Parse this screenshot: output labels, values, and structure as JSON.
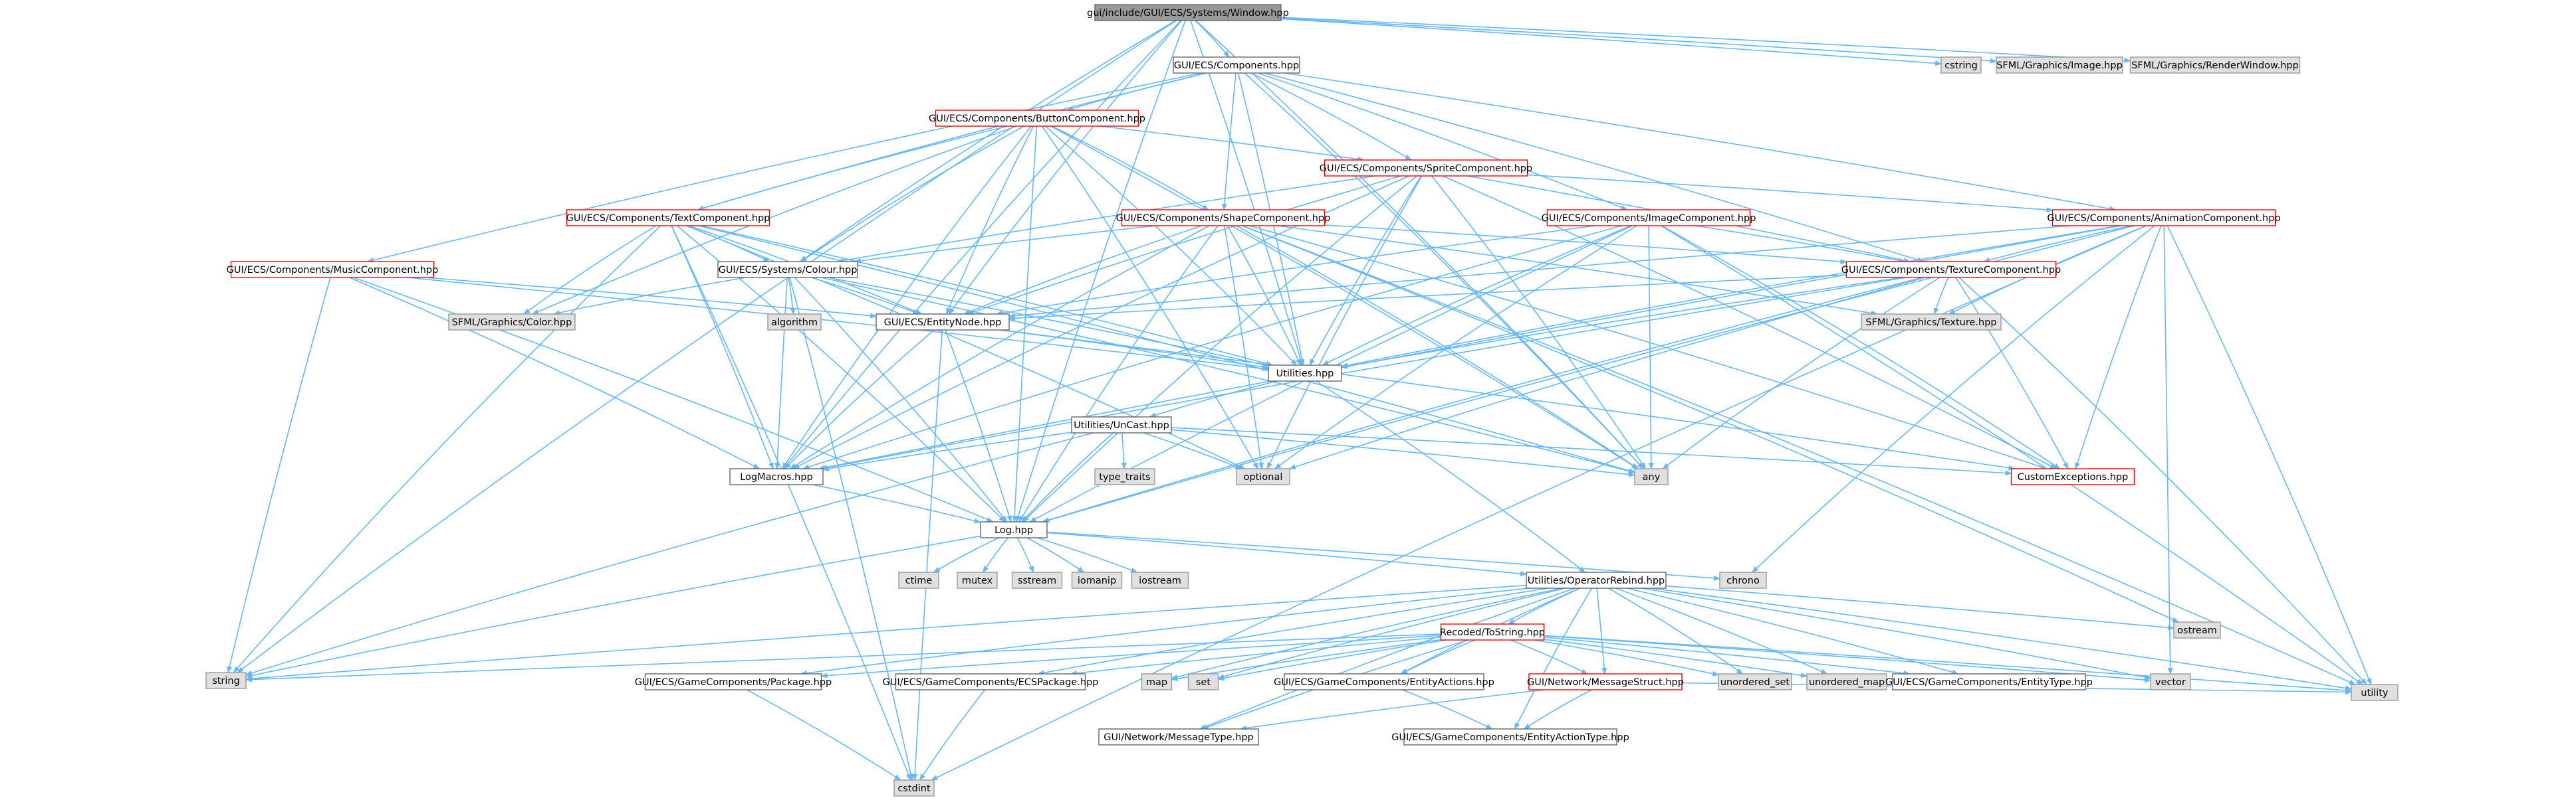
{
  "colors": {
    "edge": "#63b8ff",
    "root_fill": "#999999",
    "root_stroke": "#666666",
    "file_fill": "#ffffff",
    "file_stroke": "#666666",
    "red_stroke": "#ff0000",
    "sys_fill": "#e0e0e0",
    "sys_stroke": "#999999"
  },
  "nodes": [
    {
      "id": "root",
      "label": "gui/include/GUI/ECS/Systems/Window.hpp",
      "kind": "root"
    },
    {
      "id": "components",
      "label": "GUI/ECS/Components.hpp",
      "kind": "file"
    },
    {
      "id": "cstring",
      "label": "cstring",
      "kind": "system"
    },
    {
      "id": "sfml_image",
      "label": "SFML/Graphics/Image.hpp",
      "kind": "system"
    },
    {
      "id": "sfml_renderwindow",
      "label": "SFML/Graphics/RenderWindow.hpp",
      "kind": "system"
    },
    {
      "id": "button",
      "label": "GUI/ECS/Components/ButtonComponent.hpp",
      "kind": "red"
    },
    {
      "id": "sprite",
      "label": "GUI/ECS/Components/SpriteComponent.hpp",
      "kind": "red"
    },
    {
      "id": "text",
      "label": "GUI/ECS/Components/TextComponent.hpp",
      "kind": "red"
    },
    {
      "id": "shape",
      "label": "GUI/ECS/Components/ShapeComponent.hpp",
      "kind": "red"
    },
    {
      "id": "image",
      "label": "GUI/ECS/Components/ImageComponent.hpp",
      "kind": "red"
    },
    {
      "id": "animation",
      "label": "GUI/ECS/Components/AnimationComponent.hpp",
      "kind": "red"
    },
    {
      "id": "music",
      "label": "GUI/ECS/Components/MusicComponent.hpp",
      "kind": "red"
    },
    {
      "id": "colour",
      "label": "GUI/ECS/Systems/Colour.hpp",
      "kind": "file"
    },
    {
      "id": "texture",
      "label": "GUI/ECS/Components/TextureComponent.hpp",
      "kind": "red"
    },
    {
      "id": "sfml_color",
      "label": "SFML/Graphics/Color.hpp",
      "kind": "system"
    },
    {
      "id": "algorithm",
      "label": "algorithm",
      "kind": "system"
    },
    {
      "id": "entitynode",
      "label": "GUI/ECS/EntityNode.hpp",
      "kind": "file"
    },
    {
      "id": "sfml_texture",
      "label": "SFML/Graphics/Texture.hpp",
      "kind": "system"
    },
    {
      "id": "utilities",
      "label": "Utilities.hpp",
      "kind": "file"
    },
    {
      "id": "uncast",
      "label": "Utilities/UnCast.hpp",
      "kind": "file"
    },
    {
      "id": "type_traits",
      "label": "type_traits",
      "kind": "system"
    },
    {
      "id": "optional",
      "label": "optional",
      "kind": "system"
    },
    {
      "id": "any",
      "label": "any",
      "kind": "system"
    },
    {
      "id": "customexc",
      "label": "CustomExceptions.hpp",
      "kind": "red"
    },
    {
      "id": "logmacros",
      "label": "LogMacros.hpp",
      "kind": "file"
    },
    {
      "id": "log",
      "label": "Log.hpp",
      "kind": "file"
    },
    {
      "id": "ctime",
      "label": "ctime",
      "kind": "system"
    },
    {
      "id": "mutex",
      "label": "mutex",
      "kind": "system"
    },
    {
      "id": "sstream",
      "label": "sstream",
      "kind": "system"
    },
    {
      "id": "iomanip",
      "label": "iomanip",
      "kind": "system"
    },
    {
      "id": "iostream",
      "label": "iostream",
      "kind": "system"
    },
    {
      "id": "chrono",
      "label": "chrono",
      "kind": "system"
    },
    {
      "id": "oprebind",
      "label": "Utilities/OperatorRebind.hpp",
      "kind": "file"
    },
    {
      "id": "ostream",
      "label": "ostream",
      "kind": "system"
    },
    {
      "id": "recoded",
      "label": "Recoded/ToString.hpp",
      "kind": "red"
    },
    {
      "id": "string",
      "label": "string",
      "kind": "system"
    },
    {
      "id": "package",
      "label": "GUI/ECS/GameComponents/Package.hpp",
      "kind": "file"
    },
    {
      "id": "ecspackage",
      "label": "GUI/ECS/GameComponents/ECSPackage.hpp",
      "kind": "file"
    },
    {
      "id": "map",
      "label": "map",
      "kind": "system"
    },
    {
      "id": "set",
      "label": "set",
      "kind": "system"
    },
    {
      "id": "entityactions",
      "label": "GUI/ECS/GameComponents/EntityActions.hpp",
      "kind": "file"
    },
    {
      "id": "messagestruct",
      "label": "GUI/Network/MessageStruct.hpp",
      "kind": "red"
    },
    {
      "id": "unordered_set",
      "label": "unordered_set",
      "kind": "system"
    },
    {
      "id": "unordered_map",
      "label": "unordered_map",
      "kind": "system"
    },
    {
      "id": "entitytype",
      "label": "GUI/ECS/GameComponents/EntityType.hpp",
      "kind": "file"
    },
    {
      "id": "vector",
      "label": "vector",
      "kind": "system"
    },
    {
      "id": "utility",
      "label": "utility",
      "kind": "system"
    },
    {
      "id": "messagetype",
      "label": "GUI/Network/MessageType.hpp",
      "kind": "file"
    },
    {
      "id": "entityactiontype",
      "label": "GUI/ECS/GameComponents/EntityActionType.hpp",
      "kind": "file"
    },
    {
      "id": "cstdint",
      "label": "cstdint",
      "kind": "system"
    }
  ],
  "edges": [
    [
      "root",
      "components"
    ],
    [
      "root",
      "cstring"
    ],
    [
      "root",
      "sfml_image"
    ],
    [
      "root",
      "sfml_renderwindow"
    ],
    [
      "root",
      "string"
    ],
    [
      "root",
      "log"
    ],
    [
      "root",
      "logmacros"
    ],
    [
      "root",
      "colour"
    ],
    [
      "root",
      "entitynode"
    ],
    [
      "root",
      "utilities"
    ],
    [
      "root",
      "any"
    ],
    [
      "components",
      "button"
    ],
    [
      "components",
      "sprite"
    ],
    [
      "components",
      "text"
    ],
    [
      "components",
      "shape"
    ],
    [
      "components",
      "image"
    ],
    [
      "components",
      "animation"
    ],
    [
      "components",
      "music"
    ],
    [
      "components",
      "texture"
    ],
    [
      "components",
      "utilities"
    ],
    [
      "components",
      "any"
    ],
    [
      "button",
      "text"
    ],
    [
      "button",
      "shape"
    ],
    [
      "button",
      "sprite"
    ],
    [
      "button",
      "colour"
    ],
    [
      "button",
      "entitynode"
    ],
    [
      "button",
      "utilities"
    ],
    [
      "button",
      "optional"
    ],
    [
      "button",
      "log"
    ],
    [
      "button",
      "logmacros"
    ],
    [
      "button",
      "any"
    ],
    [
      "button",
      "sfml_color"
    ],
    [
      "sprite",
      "texture"
    ],
    [
      "sprite",
      "entitynode"
    ],
    [
      "sprite",
      "colour"
    ],
    [
      "sprite",
      "utilities"
    ],
    [
      "sprite",
      "log"
    ],
    [
      "sprite",
      "logmacros"
    ],
    [
      "sprite",
      "optional"
    ],
    [
      "sprite",
      "any"
    ],
    [
      "sprite",
      "customexc"
    ],
    [
      "sprite",
      "animation"
    ],
    [
      "text",
      "colour"
    ],
    [
      "text",
      "entitynode"
    ],
    [
      "text",
      "sfml_color"
    ],
    [
      "text",
      "utilities"
    ],
    [
      "text",
      "log"
    ],
    [
      "text",
      "logmacros"
    ],
    [
      "text",
      "optional"
    ],
    [
      "text",
      "string"
    ],
    [
      "text",
      "cstdint"
    ],
    [
      "text",
      "any"
    ],
    [
      "shape",
      "colour"
    ],
    [
      "shape",
      "entitynode"
    ],
    [
      "shape",
      "sfml_texture"
    ],
    [
      "shape",
      "utilities"
    ],
    [
      "shape",
      "log"
    ],
    [
      "shape",
      "logmacros"
    ],
    [
      "shape",
      "optional"
    ],
    [
      "shape",
      "any"
    ],
    [
      "shape",
      "customexc"
    ],
    [
      "shape",
      "texture"
    ],
    [
      "shape",
      "ostream"
    ],
    [
      "shape",
      "utility"
    ],
    [
      "image",
      "texture"
    ],
    [
      "image",
      "entitynode"
    ],
    [
      "image",
      "utilities"
    ],
    [
      "image",
      "log"
    ],
    [
      "image",
      "logmacros"
    ],
    [
      "image",
      "any"
    ],
    [
      "image",
      "optional"
    ],
    [
      "image",
      "customexc"
    ],
    [
      "image",
      "utility"
    ],
    [
      "animation",
      "texture"
    ],
    [
      "animation",
      "entitynode"
    ],
    [
      "animation",
      "utilities"
    ],
    [
      "animation",
      "log"
    ],
    [
      "animation",
      "customexc"
    ],
    [
      "animation",
      "sfml_texture"
    ],
    [
      "animation",
      "chrono"
    ],
    [
      "animation",
      "vector"
    ],
    [
      "animation",
      "utility"
    ],
    [
      "animation",
      "cstdint"
    ],
    [
      "animation",
      "logmacros"
    ],
    [
      "music",
      "entitynode"
    ],
    [
      "music",
      "log"
    ],
    [
      "music",
      "logmacros"
    ],
    [
      "music",
      "string"
    ],
    [
      "music",
      "utilities"
    ],
    [
      "colour",
      "sfml_color"
    ],
    [
      "colour",
      "algorithm"
    ],
    [
      "colour",
      "entitynode"
    ],
    [
      "colour",
      "utilities"
    ],
    [
      "colour",
      "log"
    ],
    [
      "colour",
      "logmacros"
    ],
    [
      "colour",
      "cstdint"
    ],
    [
      "colour",
      "any"
    ],
    [
      "texture",
      "sfml_texture"
    ],
    [
      "texture",
      "entitynode"
    ],
    [
      "texture",
      "utilities"
    ],
    [
      "texture",
      "log"
    ],
    [
      "texture",
      "logmacros"
    ],
    [
      "texture",
      "any"
    ],
    [
      "texture",
      "optional"
    ],
    [
      "texture",
      "customexc"
    ],
    [
      "texture",
      "utility"
    ],
    [
      "entitynode",
      "utilities"
    ],
    [
      "entitynode",
      "log"
    ],
    [
      "entitynode",
      "logmacros"
    ],
    [
      "entitynode",
      "cstdint"
    ],
    [
      "entitynode",
      "customexc"
    ],
    [
      "utilities",
      "uncast"
    ],
    [
      "utilities",
      "oprebind"
    ],
    [
      "uncast",
      "type_traits"
    ],
    [
      "uncast",
      "optional"
    ],
    [
      "uncast",
      "any"
    ],
    [
      "uncast",
      "customexc"
    ],
    [
      "uncast",
      "log"
    ],
    [
      "uncast",
      "logmacros"
    ],
    [
      "uncast",
      "string"
    ],
    [
      "logmacros",
      "log"
    ],
    [
      "log",
      "ctime"
    ],
    [
      "log",
      "mutex"
    ],
    [
      "log",
      "sstream"
    ],
    [
      "log",
      "iomanip"
    ],
    [
      "log",
      "iostream"
    ],
    [
      "log",
      "chrono"
    ],
    [
      "log",
      "string"
    ],
    [
      "log",
      "oprebind"
    ],
    [
      "oprebind",
      "recoded"
    ],
    [
      "oprebind",
      "ostream"
    ],
    [
      "oprebind",
      "map"
    ],
    [
      "oprebind",
      "set"
    ],
    [
      "oprebind",
      "vector"
    ],
    [
      "oprebind",
      "unordered_set"
    ],
    [
      "oprebind",
      "unordered_map"
    ],
    [
      "oprebind",
      "utility"
    ],
    [
      "oprebind",
      "package"
    ],
    [
      "oprebind",
      "ecspackage"
    ],
    [
      "oprebind",
      "entityactions"
    ],
    [
      "oprebind",
      "messagestruct"
    ],
    [
      "oprebind",
      "entitytype"
    ],
    [
      "oprebind",
      "messagetype"
    ],
    [
      "oprebind",
      "entityactiontype"
    ],
    [
      "oprebind",
      "string"
    ],
    [
      "recoded",
      "string"
    ],
    [
      "recoded",
      "map"
    ],
    [
      "recoded",
      "set"
    ],
    [
      "recoded",
      "vector"
    ],
    [
      "recoded",
      "unordered_set"
    ],
    [
      "recoded",
      "unordered_map"
    ],
    [
      "recoded",
      "utility"
    ],
    [
      "recoded",
      "package"
    ],
    [
      "recoded",
      "ecspackage"
    ],
    [
      "recoded",
      "entityactions"
    ],
    [
      "recoded",
      "messagestruct"
    ],
    [
      "recoded",
      "entitytype"
    ],
    [
      "recoded",
      "messagetype"
    ],
    [
      "package",
      "cstdint"
    ],
    [
      "ecspackage",
      "cstdint"
    ],
    [
      "entityactions",
      "entityactiontype"
    ],
    [
      "messagestruct",
      "messagetype"
    ],
    [
      "messagestruct",
      "utility"
    ],
    [
      "messagestruct",
      "entityactiontype"
    ]
  ]
}
